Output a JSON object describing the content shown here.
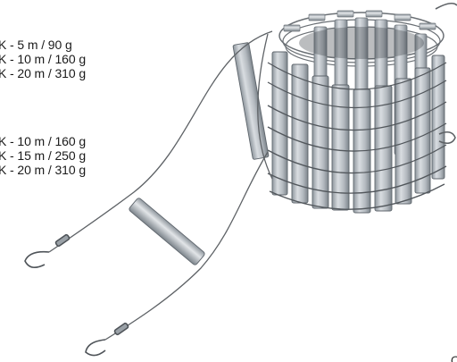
{
  "specs": {
    "group_a": [
      "K - 5 m / 90 g",
      "K - 10 m / 160 g",
      "K - 20 m / 310 g"
    ],
    "group_b": [
      "K - 10 m / 160 g",
      "K - 15 m / 250 g",
      "K - 20 m / 310 g"
    ]
  },
  "corner_mark": "C",
  "colors": {
    "rung": "#b9c0c6",
    "rung_dark": "#7f878e",
    "wire": "#5e6266",
    "background": "#ffffff"
  }
}
